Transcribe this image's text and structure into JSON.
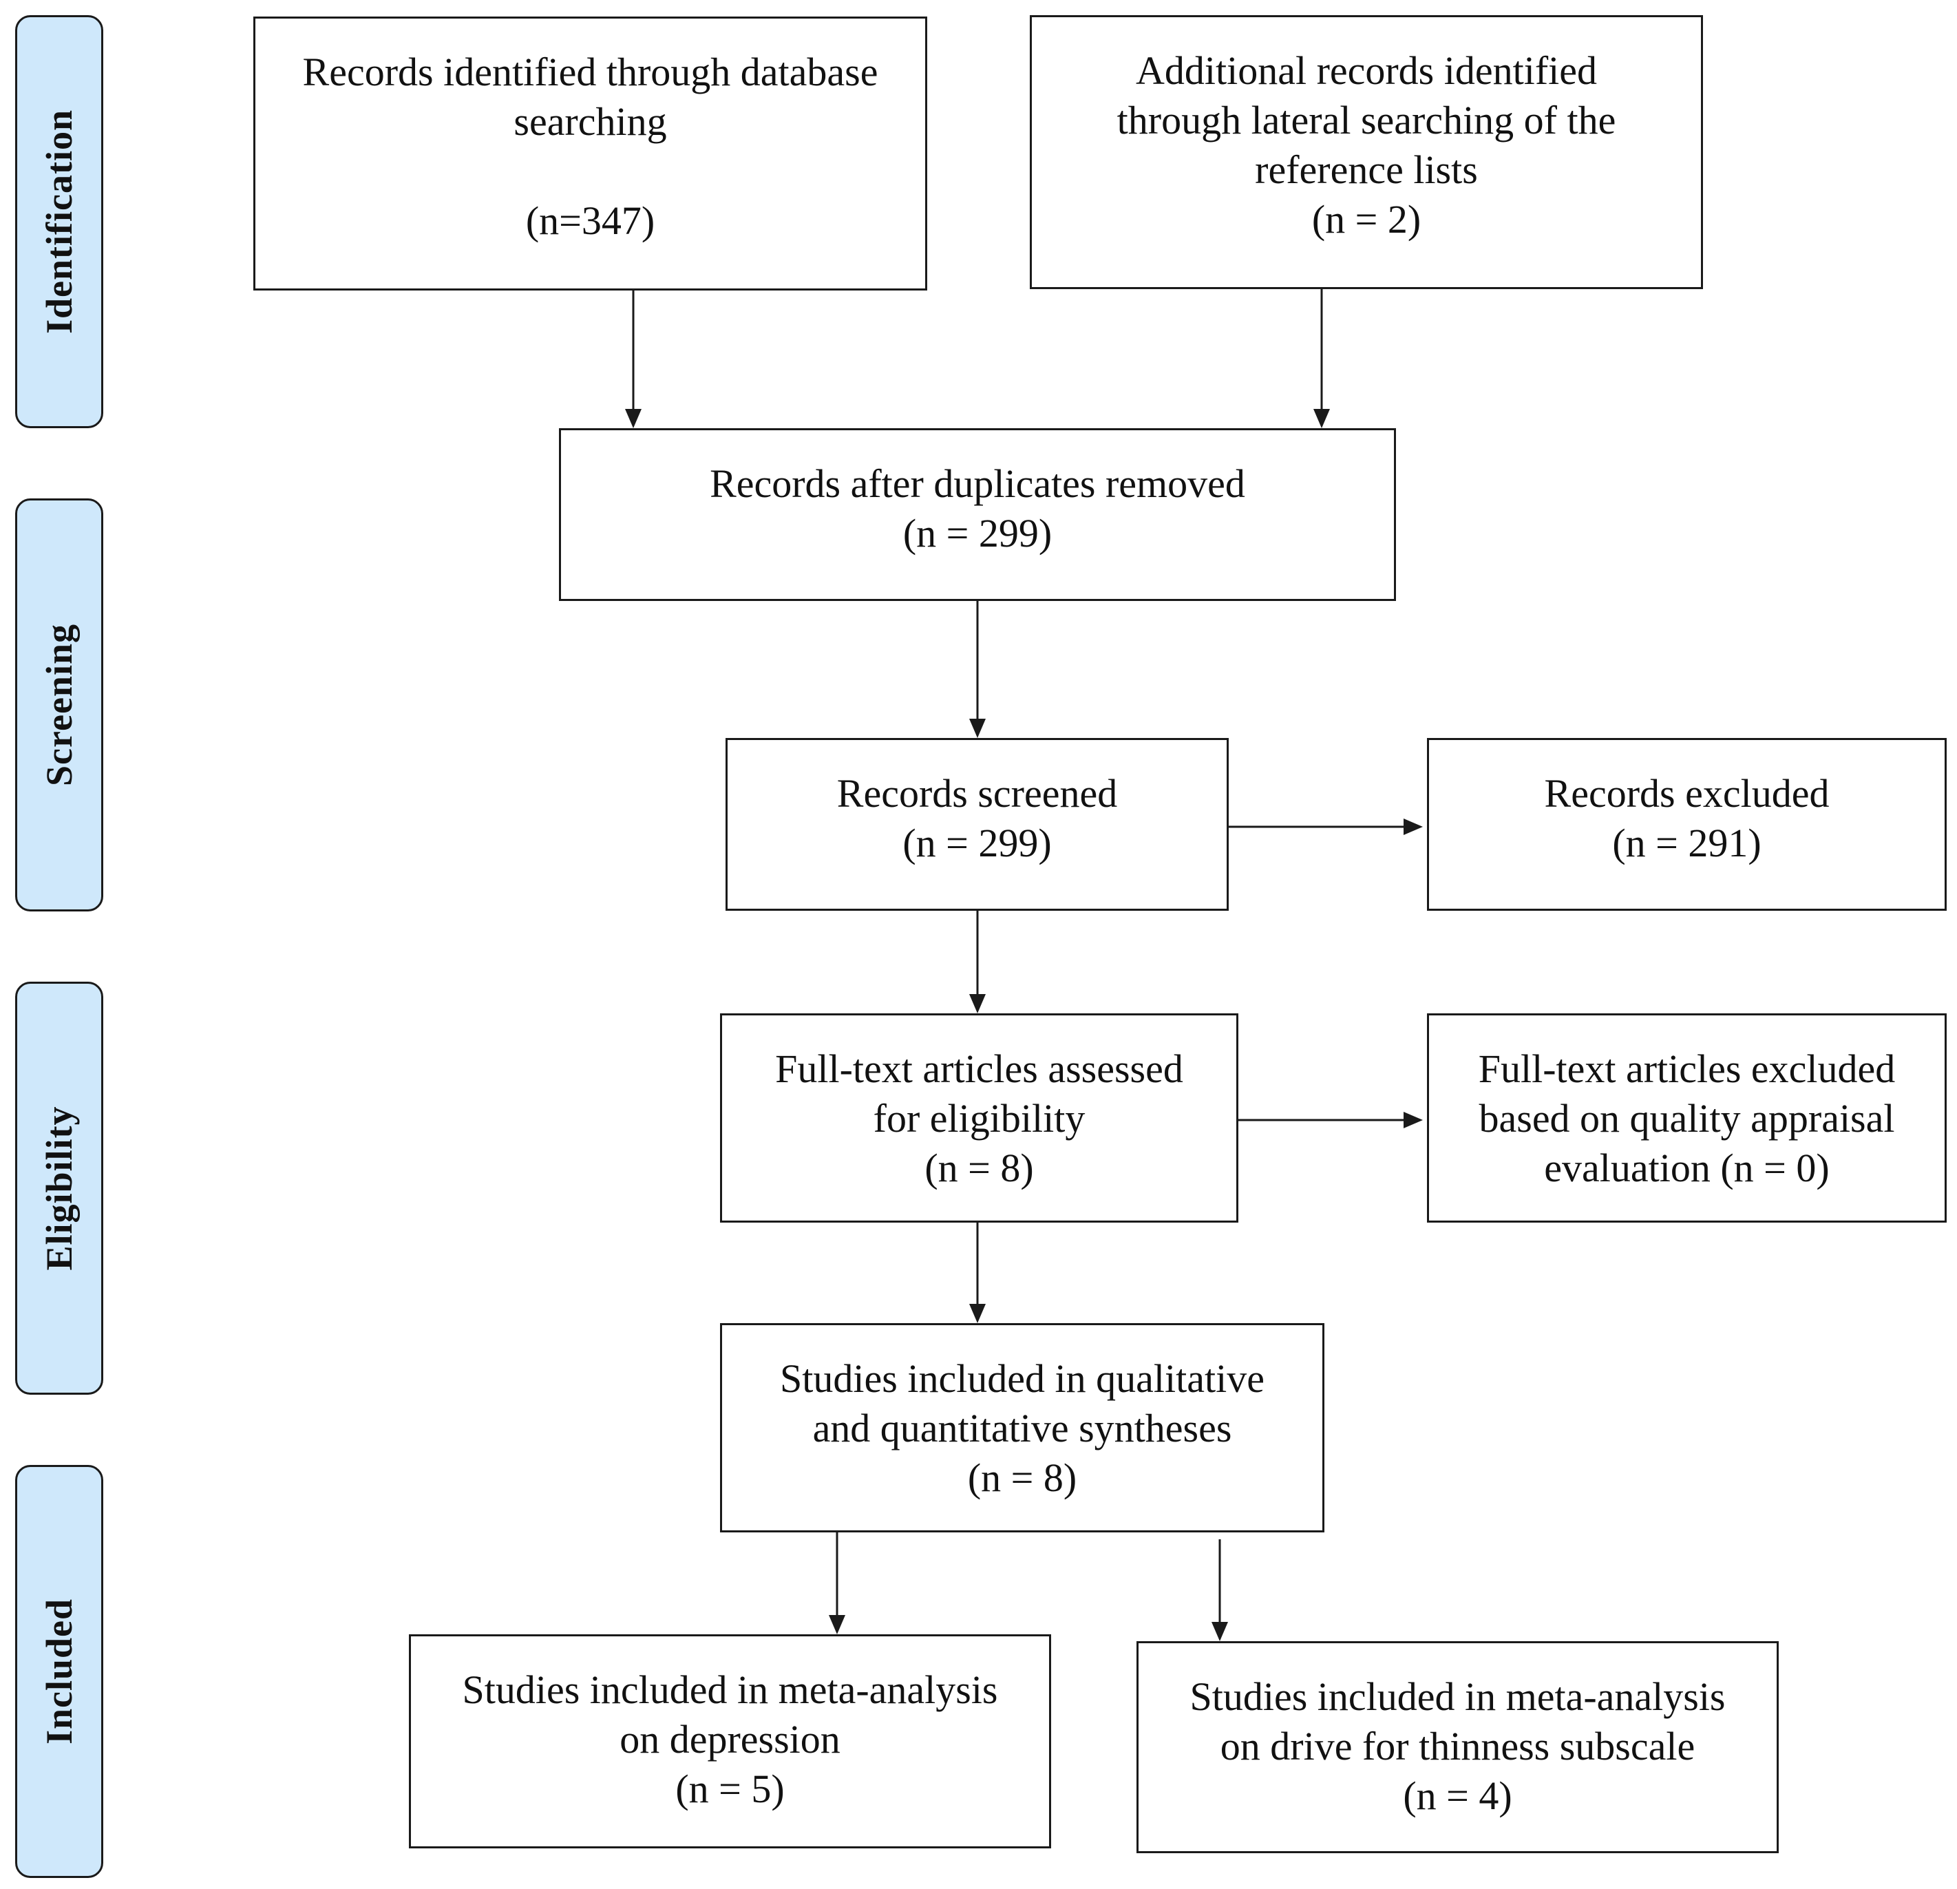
{
  "phases": {
    "identification": "Identification",
    "screening": "Screening",
    "eligibility": "Eligibility",
    "included": "Included"
  },
  "boxes": {
    "database_search": {
      "lines": [
        "Records identified through database",
        "searching"
      ],
      "count": "(n=347)"
    },
    "additional_records": {
      "lines": [
        "Additional records identified",
        "through lateral searching of the",
        "reference lists"
      ],
      "count": "(n = 2)"
    },
    "duplicates_removed": {
      "lines": [
        "Records after duplicates removed"
      ],
      "count": "(n = 299)"
    },
    "records_screened": {
      "lines": [
        "Records screened"
      ],
      "count": "(n = 299)"
    },
    "records_excluded": {
      "lines": [
        "Records excluded"
      ],
      "count": "(n = 291)"
    },
    "fulltext_assessed": {
      "lines": [
        "Full-text articles assessed",
        "for eligibility"
      ],
      "count": "(n = 8)"
    },
    "fulltext_excluded": {
      "lines": [
        "Full-text articles excluded",
        "based on quality appraisal",
        "evaluation (n = 0)"
      ]
    },
    "studies_included": {
      "lines": [
        "Studies included in qualitative",
        "and quantitative syntheses"
      ],
      "count": "(n = 8)"
    },
    "meta_depression": {
      "lines": [
        "Studies included in meta-analysis",
        "on depression"
      ],
      "count": "(n = 5)"
    },
    "meta_thinness": {
      "lines": [
        "Studies included in meta-analysis",
        "on drive for thinness subscale"
      ],
      "count": "(n = 4)"
    }
  },
  "colors": {
    "phase_fill": "#cfe8fb",
    "stroke": "#1a1a1a"
  }
}
